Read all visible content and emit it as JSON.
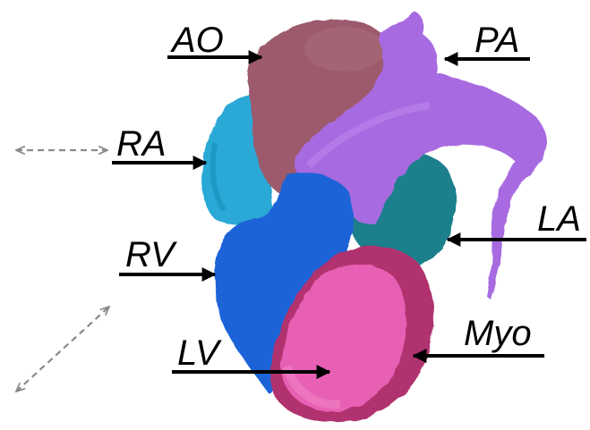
{
  "labels": {
    "ao": "AO",
    "pa": "PA",
    "ra": "RA",
    "la": "LA",
    "rv": "RV",
    "lv": "LV",
    "myo": "Myo"
  },
  "colors": {
    "ao": "#9c5a6c",
    "pa": "#a86ae0",
    "ra": "#2aa9d6",
    "la": "#1a7f8c",
    "rv": "#1f63d8",
    "lv": "#e860b4",
    "myo": "#b0306e",
    "arrow": "#000000",
    "dashed_arrow": "#8a8a8a"
  },
  "icons": [
    "horizontal-dashed-double-arrow-icon",
    "diagonal-dashed-double-arrow-icon"
  ]
}
